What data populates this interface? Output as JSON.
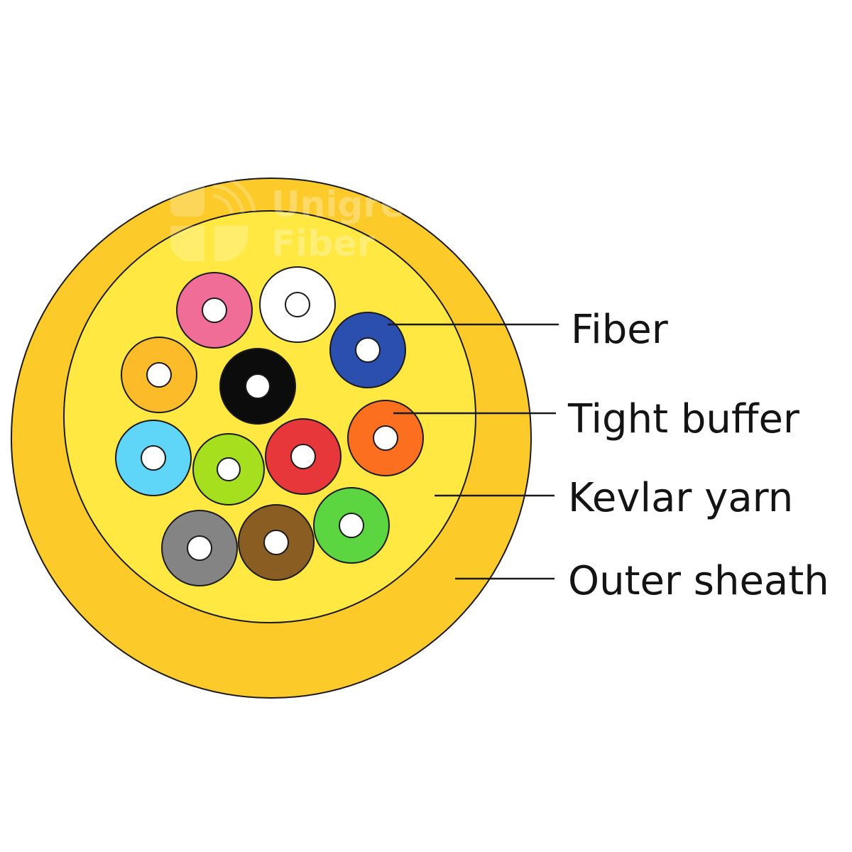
{
  "watermark": {
    "line1": "Unigreat",
    "line2": "Fiber"
  },
  "callouts": [
    {
      "id": "fiber",
      "label": "Fiber"
    },
    {
      "id": "tight-buffer",
      "label": "Tight buffer"
    },
    {
      "id": "kevlar-yarn",
      "label": "Kevlar yarn"
    },
    {
      "id": "outer-sheath",
      "label": "Outer sheath"
    }
  ],
  "colors": {
    "outer_sheath": "#fccb2a",
    "kevlar_yarn": "#ffe842",
    "outline": "#1a1a1a",
    "fiber_core": "#ffffff",
    "fiber_1_pink": "#f06d98",
    "fiber_2_white": "#ffffff",
    "fiber_3_blue": "#2b4fae",
    "fiber_4_amber": "#fcbb29",
    "fiber_5_black": "#0c0c0c",
    "fiber_6_orange": "#fb6f1e",
    "fiber_7_aqua": "#5fd6f8",
    "fiber_8_lime": "#a5df1e",
    "fiber_9_red": "#e8373a",
    "fiber_10_gray": "#848484",
    "fiber_11_brown": "#8a5d22",
    "fiber_12_green": "#5bd640"
  }
}
